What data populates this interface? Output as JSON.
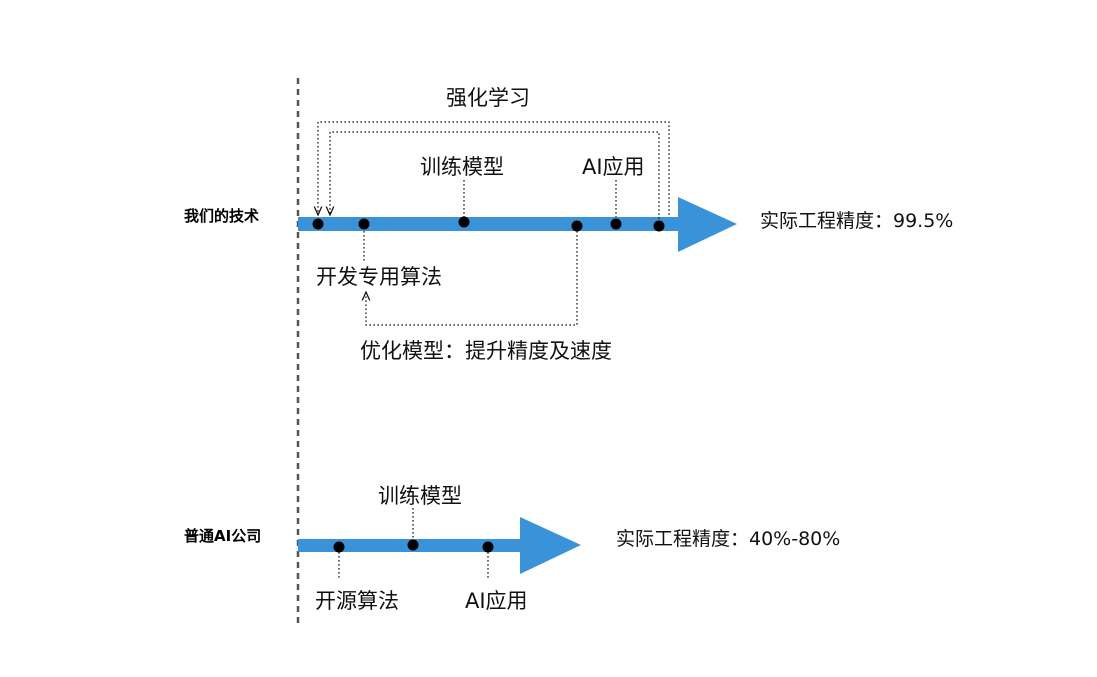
{
  "colors": {
    "arrow": "#3a93d8",
    "text": "#111111",
    "divider": "#555555"
  },
  "our_tech": {
    "row_label": "我们的技术",
    "loop_label": "强化学习",
    "steps": {
      "develop_algorithm": "开发专用算法",
      "train_model": "训练模型",
      "ai_application": "AI应用"
    },
    "optimize_label": "优化模型：提升精度及速度",
    "result": "实际工程精度：99.5%"
  },
  "common_ai": {
    "row_label": "普通AI公司",
    "steps": {
      "open_source_algorithm": "开源算法",
      "train_model": "训练模型",
      "ai_application": "AI应用"
    },
    "result": "实际工程精度：40%-80%"
  }
}
